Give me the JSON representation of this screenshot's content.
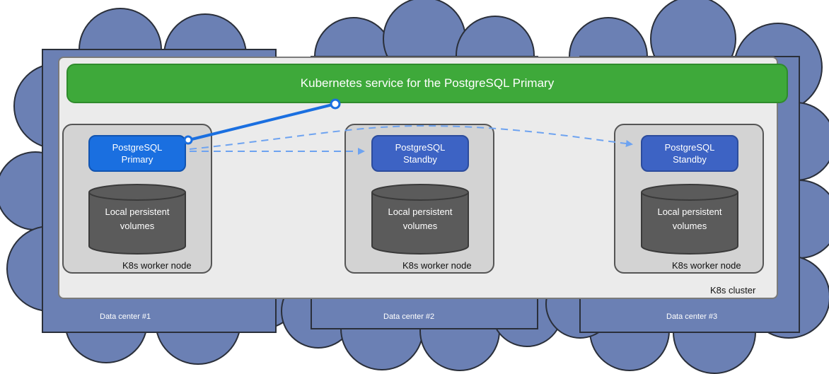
{
  "colors": {
    "cloud": "#6b80b4",
    "cluster_bg": "#ebebeb",
    "service_green": "#3ea93a",
    "primary_blue": "#1a6fe0",
    "standby_blue": "#3d63c4",
    "volume_gray": "#5b5b5b",
    "replication_arrow": "#6ea3f0"
  },
  "service": {
    "label": "Kubernetes service for the PostgreSQL Primary"
  },
  "cluster": {
    "label": "K8s cluster"
  },
  "nodes": [
    {
      "db_line1": "PostgreSQL",
      "db_line2": "Primary",
      "role": "primary",
      "volume_line1": "Local persistent",
      "volume_line2": "volumes",
      "node_label": "K8s worker node"
    },
    {
      "db_line1": "PostgreSQL",
      "db_line2": "Standby",
      "role": "standby",
      "volume_line1": "Local persistent",
      "volume_line2": "volumes",
      "node_label": "K8s worker node"
    },
    {
      "db_line1": "PostgreSQL",
      "db_line2": "Standby",
      "role": "standby",
      "volume_line1": "Local persistent",
      "volume_line2": "volumes",
      "node_label": "K8s worker node"
    }
  ],
  "datacenters": [
    "Data center #1",
    "Data center #2",
    "Data center #3"
  ]
}
